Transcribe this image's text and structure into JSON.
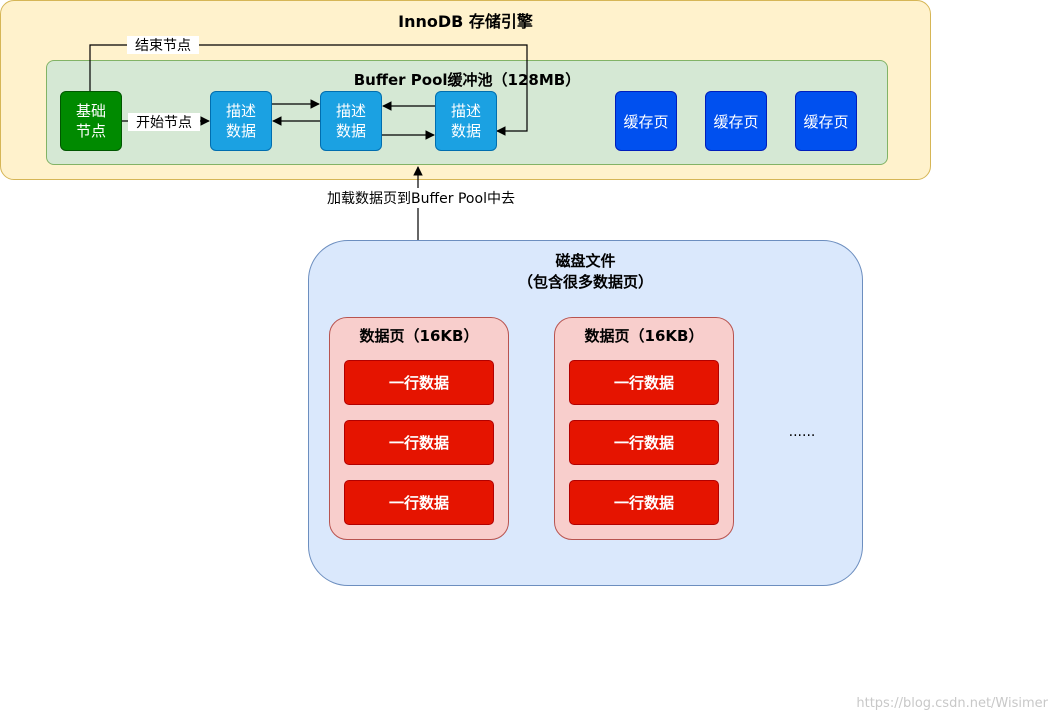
{
  "innodb": {
    "title": "InnoDB 存储引擎"
  },
  "buffer_pool": {
    "title": "Buffer Pool缓冲池（128MB）",
    "base_node": {
      "line1": "基础",
      "line2": "节点"
    },
    "desc_nodes": [
      {
        "line1": "描述",
        "line2": "数据"
      },
      {
        "line1": "描述",
        "line2": "数据"
      },
      {
        "line1": "描述",
        "line2": "数据"
      }
    ],
    "cache_pages": [
      "缓存页",
      "缓存页",
      "缓存页"
    ],
    "start_label": "开始节点",
    "end_label": "结束节点"
  },
  "load_label": "加载数据页到Buffer Pool中去",
  "disk": {
    "title_line1": "磁盘文件",
    "title_line2": "（包含很多数据页）",
    "pages": [
      {
        "title": "数据页（16KB）",
        "rows": [
          "一行数据",
          "一行数据",
          "一行数据"
        ]
      },
      {
        "title": "数据页（16KB）",
        "rows": [
          "一行数据",
          "一行数据",
          "一行数据"
        ]
      }
    ],
    "ellipsis": "......"
  },
  "watermark": "https://blog.csdn.net/Wisimer",
  "colors": {
    "innodb_fill": "#fff2cc",
    "buffer_pool_fill": "#d5e8d4",
    "base_node": "#008a00",
    "desc_node": "#1ba1e2",
    "cache_page": "#0050ef",
    "disk_fill": "#dae8fc",
    "page_fill": "#f8cecc",
    "row_fill": "#e51400"
  }
}
